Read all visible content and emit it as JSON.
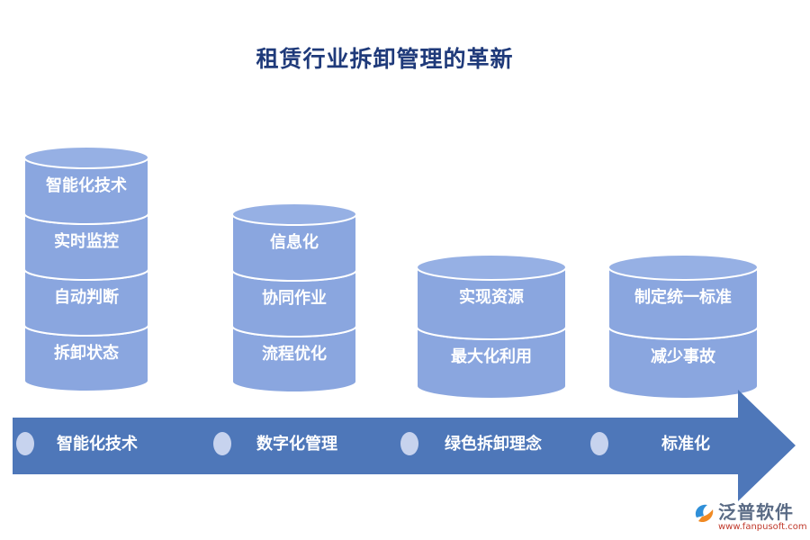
{
  "title": "租赁行业拆卸管理的革新",
  "colors": {
    "cylinder_fill": "#8aa6df",
    "cylinder_top": "#96b0e4",
    "cylinder_stroke": "#ffffff",
    "arrow": "#4e77b9",
    "bullet": "#c7d3ee",
    "label_text": "#ffffff"
  },
  "stacks": [
    {
      "name": "stack-1",
      "labels": [
        "智能化技术",
        "实时监控",
        "自动判断",
        "拆卸状态"
      ]
    },
    {
      "name": "stack-2",
      "labels": [
        "信息化",
        "协同作业",
        "流程优化"
      ]
    },
    {
      "name": "stack-3",
      "labels": [
        "实现资源",
        "最大化利用"
      ]
    },
    {
      "name": "stack-4",
      "labels": [
        "制定统一标准",
        "减少事故"
      ]
    }
  ],
  "timeline": [
    "智能化技术",
    "数字化管理",
    "绿色拆卸理念",
    "标准化"
  ],
  "logo": {
    "icon": "fanpu-logo-icon",
    "name": "泛普软件",
    "url": "www.fanpusoft.com"
  }
}
